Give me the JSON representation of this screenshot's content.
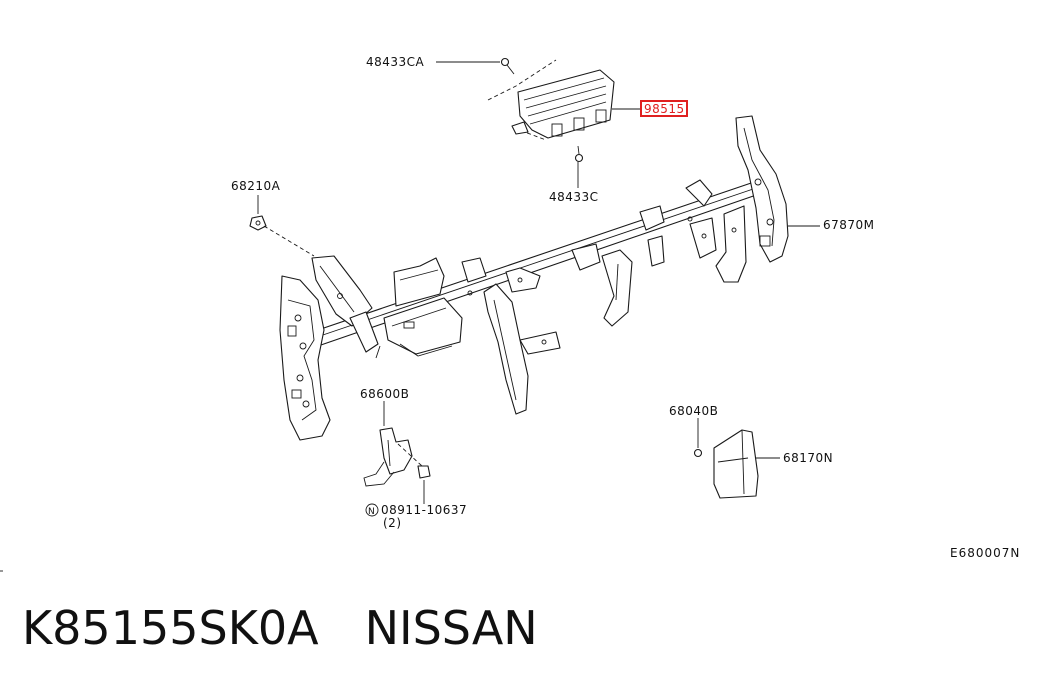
{
  "callouts": {
    "p48433CA": "48433CA",
    "p98515": "98515",
    "p48433C": "48433C",
    "p68210A": "68210A",
    "p67870M": "67870M",
    "p68600B": "68600B",
    "p68040B": "68040B",
    "p68170N": "68170N",
    "p08911": "08911-10637",
    "p08911_marker": "N",
    "p08911_qty": "(2)"
  },
  "highlight_color": "#e02020",
  "diagram_code": "E680007N",
  "footer": {
    "part_number": "K85155SK0A",
    "brand": "NISSAN"
  }
}
